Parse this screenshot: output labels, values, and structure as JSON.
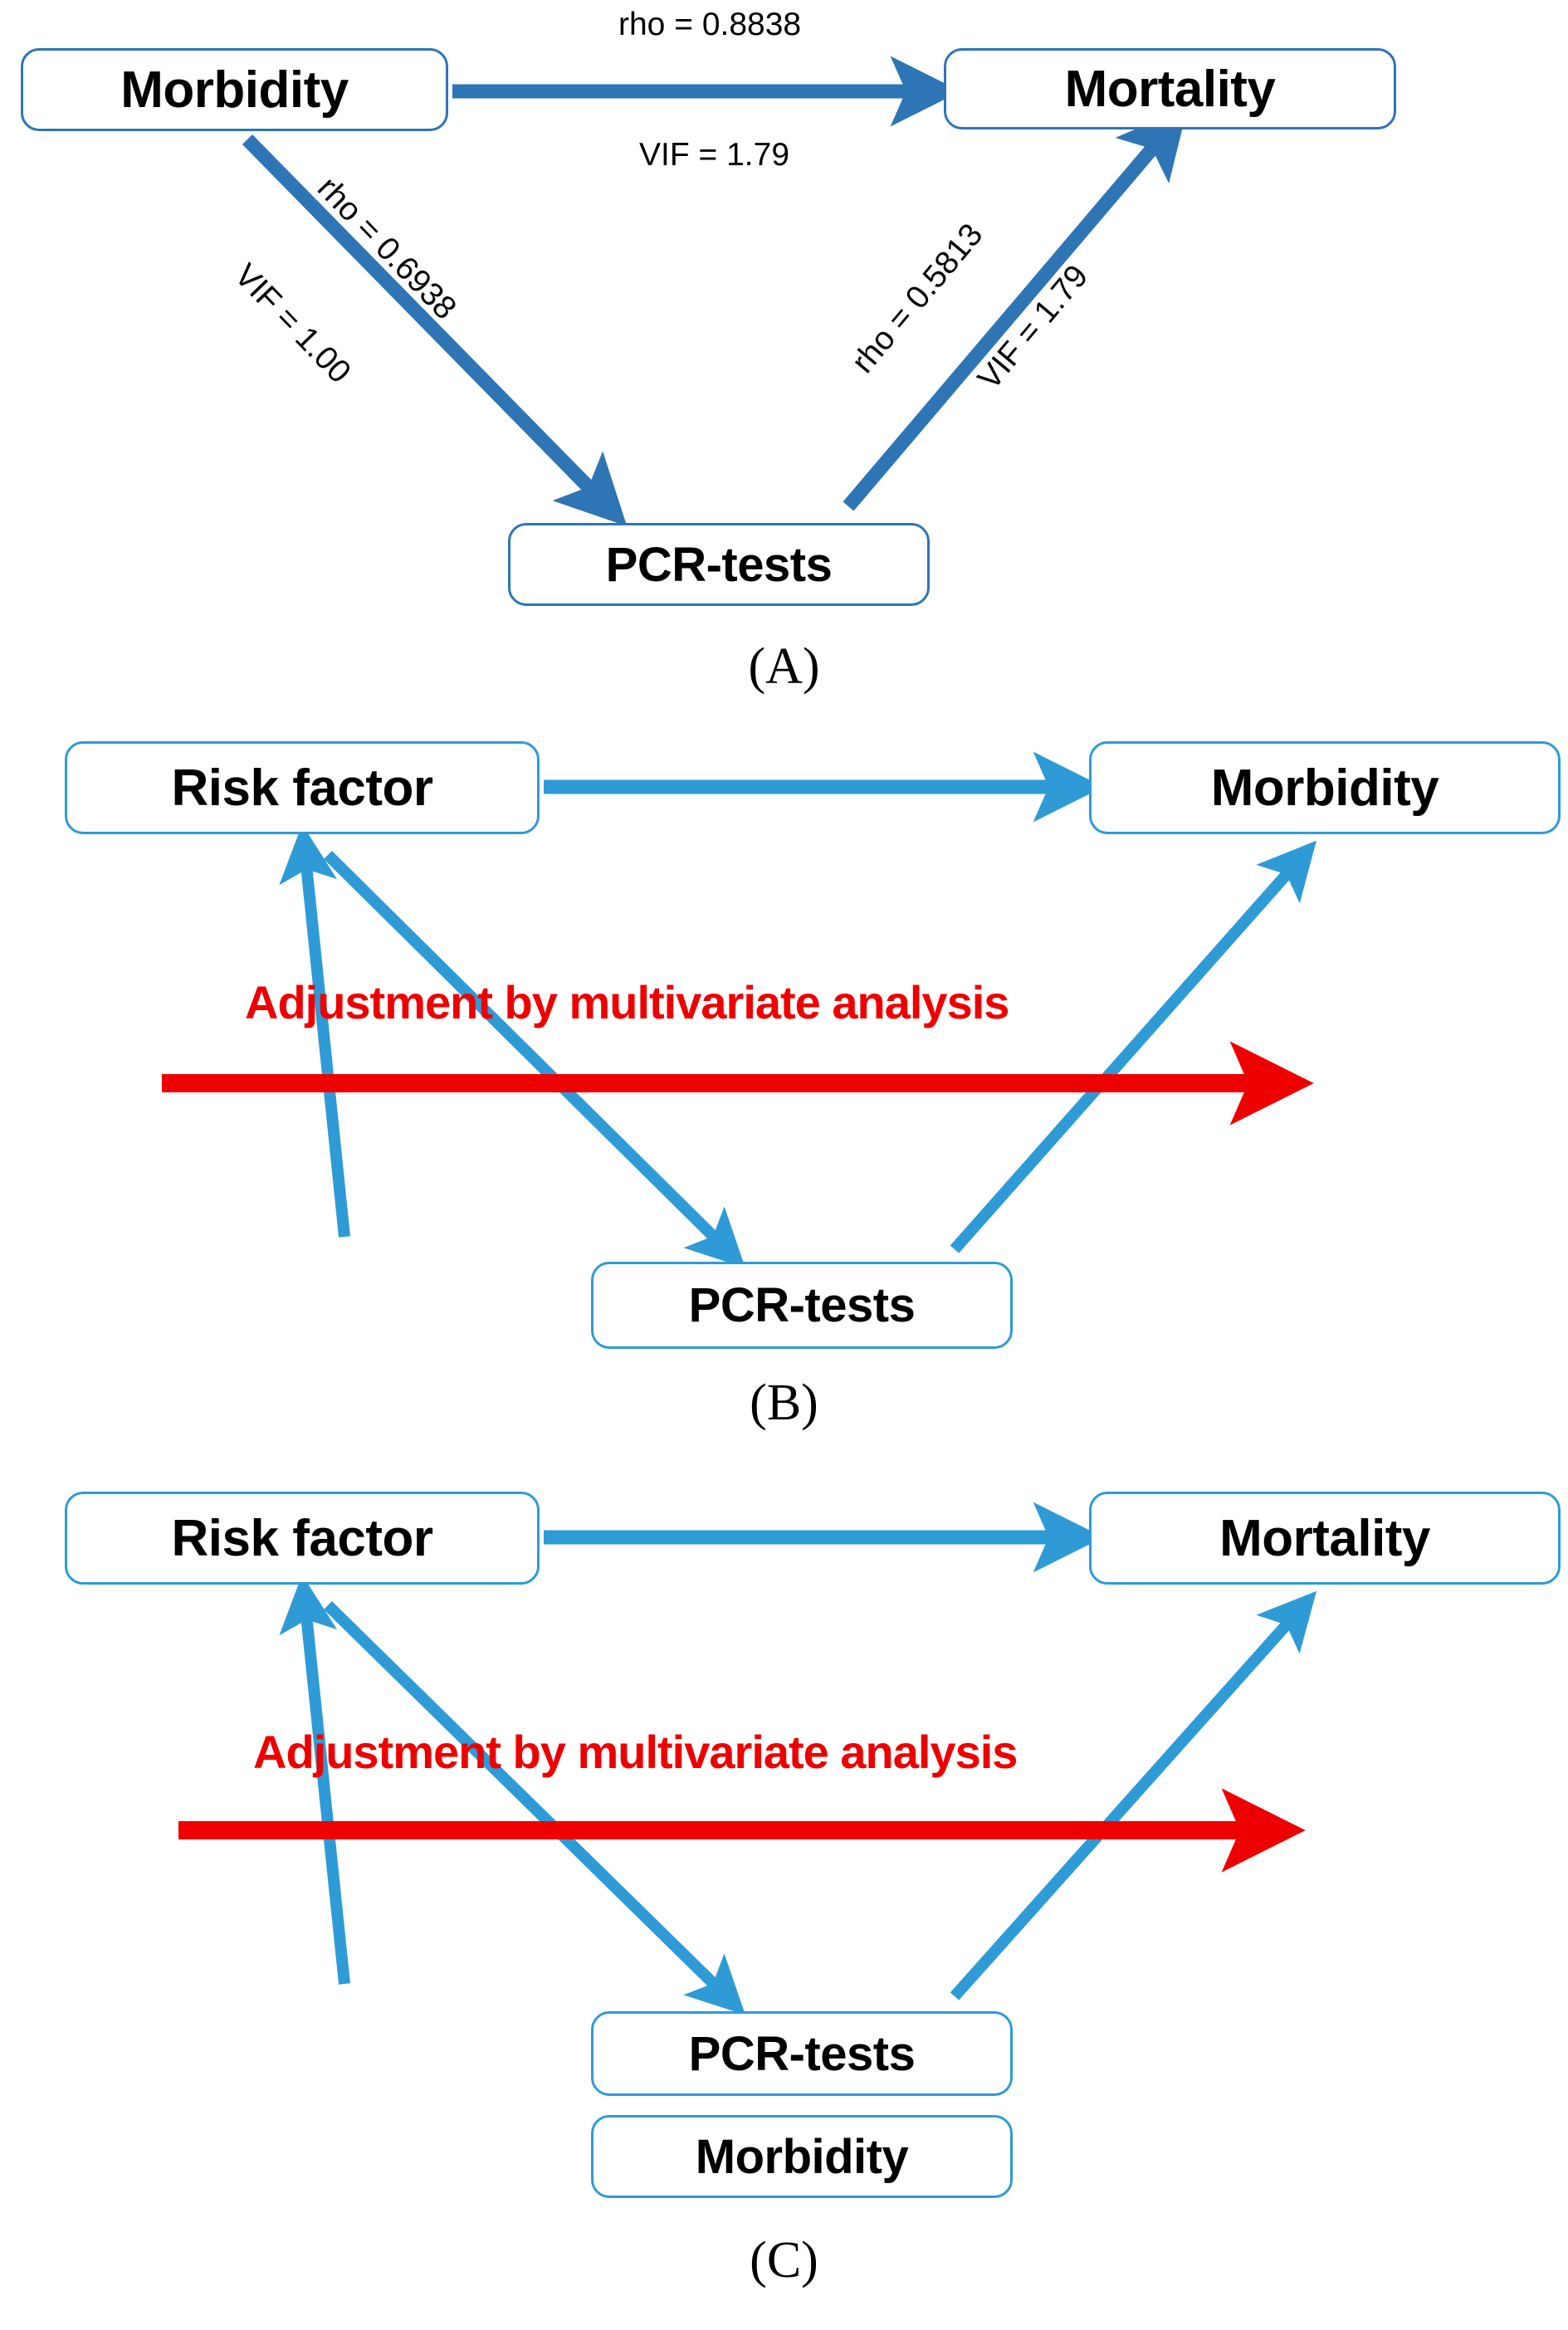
{
  "figure": {
    "title": "Causal diagrams relating Morbidity, Mortality, PCR-tests and Risk factor",
    "colors": {
      "node_border_a": "#2E75B6",
      "node_border_bc": "#2E9BD6",
      "arrow_a": "#2E75B6",
      "arrow_bc": "#2E9BD6",
      "adjustment_red": "#EE0000",
      "text": "#000000",
      "background": "#FFFFFF"
    }
  },
  "panels": [
    {
      "id": "A",
      "label": "(A)",
      "nodes": [
        {
          "id": "morbidity",
          "label": "Morbidity"
        },
        {
          "id": "mortality",
          "label": "Mortality"
        },
        {
          "id": "pcr",
          "label": "PCR-tests"
        }
      ],
      "edges": [
        {
          "id": "morbidity-to-mortality",
          "from": "Morbidity",
          "to": "Mortality",
          "rho_label": "rho = 0.8838",
          "vif_label": "VIF = 1.79"
        },
        {
          "id": "morbidity-to-pcr",
          "from": "Morbidity",
          "to": "PCR-tests",
          "rho_label": "rho = 0.6938",
          "vif_label": "VIF = 1.00"
        },
        {
          "id": "pcr-to-mortality",
          "from": "PCR-tests",
          "to": "Mortality",
          "rho_label": "rho = 0.5813",
          "vif_label": "VIF = 1.79"
        }
      ]
    },
    {
      "id": "B",
      "label": "(B)",
      "nodes": [
        {
          "id": "risk-factor",
          "label": "Risk factor"
        },
        {
          "id": "morbidity",
          "label": "Morbidity"
        },
        {
          "id": "pcr",
          "label": "PCR-tests"
        }
      ],
      "adjustment_label": "Adjustment by multivariate analysis",
      "edges": [
        {
          "id": "risk-to-morbidity",
          "from": "Risk factor",
          "to": "Morbidity"
        },
        {
          "id": "pcr-to-risk",
          "from": "PCR-tests",
          "to": "Risk factor"
        },
        {
          "id": "pcr-to-morbidity",
          "from": "PCR-tests",
          "to": "Morbidity"
        }
      ]
    },
    {
      "id": "C",
      "label": "(C)",
      "nodes": [
        {
          "id": "risk-factor",
          "label": "Risk factor"
        },
        {
          "id": "mortality",
          "label": "Mortality"
        },
        {
          "id": "pcr",
          "label": "PCR-tests"
        },
        {
          "id": "morbidity",
          "label": "Morbidity"
        }
      ],
      "adjustment_label": "Adjustment by multivariate analysis",
      "edges": [
        {
          "id": "risk-to-mortality",
          "from": "Risk factor",
          "to": "Mortality"
        },
        {
          "id": "pcr-to-risk",
          "from": "PCR-tests",
          "to": "Risk factor"
        },
        {
          "id": "pcr-to-mortality",
          "from": "PCR-tests",
          "to": "Mortality"
        }
      ]
    }
  ]
}
